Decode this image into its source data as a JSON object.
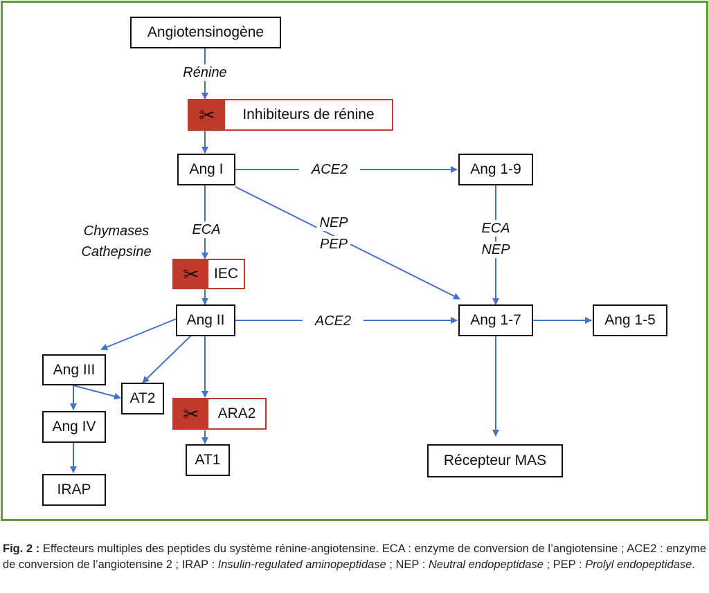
{
  "nodes": {
    "angiotensinogen": "Angiotensinogène",
    "ang1": "Ang I",
    "ang19": "Ang 1-9",
    "ang2": "Ang II",
    "ang17": "Ang 1-7",
    "ang15": "Ang 1-5",
    "ang3": "Ang III",
    "at2": "AT2",
    "ang4": "Ang IV",
    "at1": "AT1",
    "irap": "IRAP",
    "mas": "Récepteur MAS"
  },
  "inhibitors": {
    "renin_inhib": "Inhibiteurs de rénine",
    "iec": "IEC",
    "ara2": "ARA2"
  },
  "enzymes": {
    "renine": "Rénine",
    "ace2_top": "ACE2",
    "eca": "ECA",
    "chymases": "Chymases",
    "cathepsine": "Cathepsine",
    "nep": "NEP",
    "pep": "PEP",
    "eca_right": "ECA",
    "nep_right": "NEP",
    "ace2_mid": "ACE2"
  },
  "icons": {
    "scissors": "✂"
  },
  "colors": {
    "frame": "#5aa02c",
    "arrow": "#4472c4",
    "inhibitor": "#c0392b"
  },
  "caption": {
    "fig_label": "Fig. 2 :",
    "part1": " Effecteurs multiples des peptides du système rénine-angiotensine. ECA : enzyme de conversion de l’angiotensine ; ACE2 : enzyme de conversion de l’angiotensine 2 ; IRAP : ",
    "irap_full": "Insulin-regulated aminopeptidase",
    "part2": " ; NEP : ",
    "nep_full": "Neutral endopeptidase",
    "part3": " ; PEP : ",
    "pep_full": "Prolyl endopeptidase",
    "part4": "."
  }
}
